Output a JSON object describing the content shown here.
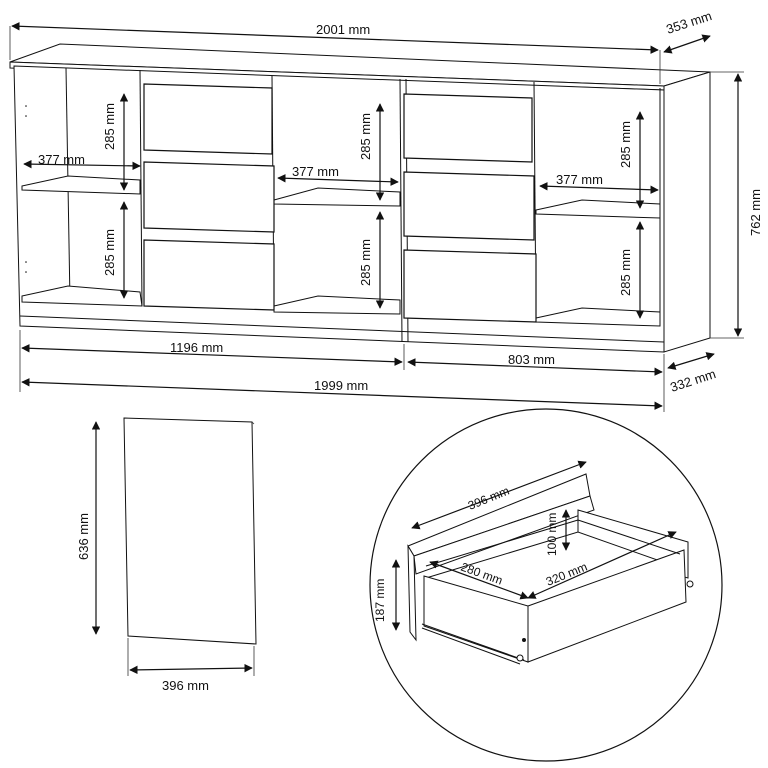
{
  "sideboard": {
    "dims": {
      "top_width": "2001 mm",
      "depth_top": "353 mm",
      "height": "762 mm",
      "depth_bottom": "332 mm",
      "left_section_width": "1196 mm",
      "right_section_width": "803 mm",
      "body_width": "1999 mm",
      "shelf_width_left": "377 mm",
      "shelf_width_middle": "377 mm",
      "shelf_width_right": "377 mm",
      "compartment_height_left_upper": "285 mm",
      "compartment_height_left_lower": "285 mm",
      "compartment_height_mid_upper": "285 mm",
      "compartment_height_mid_lower": "285 mm",
      "compartment_height_right_upper": "285 mm",
      "compartment_height_right_lower": "285 mm"
    }
  },
  "door_panel": {
    "height": "636 mm",
    "width": "396 mm"
  },
  "drawer_detail": {
    "front_width": "396 mm",
    "front_height": "187 mm",
    "box_height": "100 mm",
    "inner_width": "280 mm",
    "inner_depth": "320 mm"
  }
}
